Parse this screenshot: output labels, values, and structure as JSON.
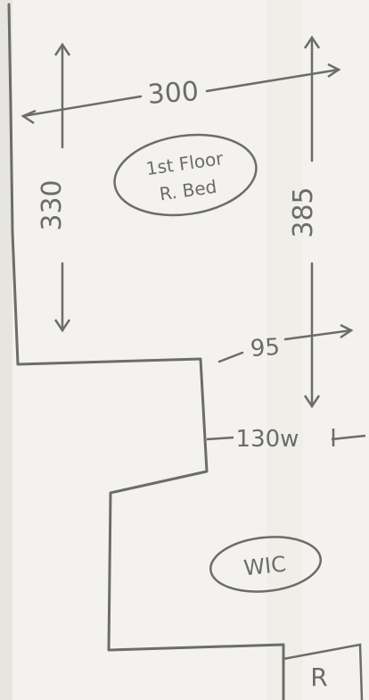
{
  "sketch": {
    "dimensions": {
      "width_top": "300",
      "height_left": "330",
      "height_right": "385",
      "step_width": "95",
      "door_width": "130w"
    },
    "labels": {
      "room_line1": "1st Floor",
      "room_line2": "R. Bed",
      "lower_room": "WIC",
      "corner_box": "R"
    },
    "colors": {
      "paper": "#f3f2ee",
      "pencil": "#6c6c6c",
      "paper_fold": "#e6e5e0"
    }
  }
}
